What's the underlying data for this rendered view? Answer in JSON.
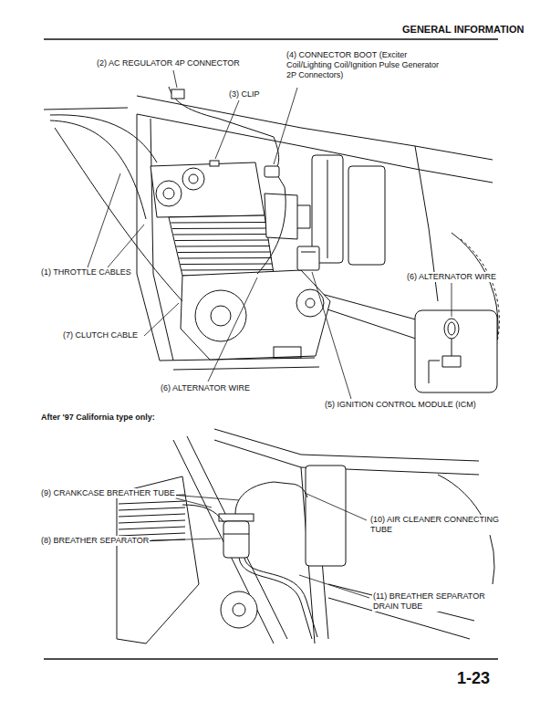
{
  "diagram": {
    "title": "GENERAL INFORMATION",
    "labels": [
      "(2) AC REGULATOR 4P CONNECTOR",
      "(4) CONNECTOR BOOT (Exciter Coil/Lighting Coil/Ignition Pulse Generator 2P Connectors)",
      "(3) CLIP",
      "(1) THROTTLE CABLES",
      "(6) ALTERNATOR WIRE",
      "(7) CLUTCH CABLE",
      "(6) ALTERNATOR WIRE",
      "(5) IGNITION CONTROL MODULE (ICM)",
      "After '97 California type only:",
      "(9) CRANKCASE BREATHER TUBE",
      "(10) AIR CLEANER CONNECTING TUBE",
      "(8) BREATHER SEPARATOR",
      "(11) BREATHER SEPARATOR DRAIN TUBE",
      "1-23"
    ]
  }
}
